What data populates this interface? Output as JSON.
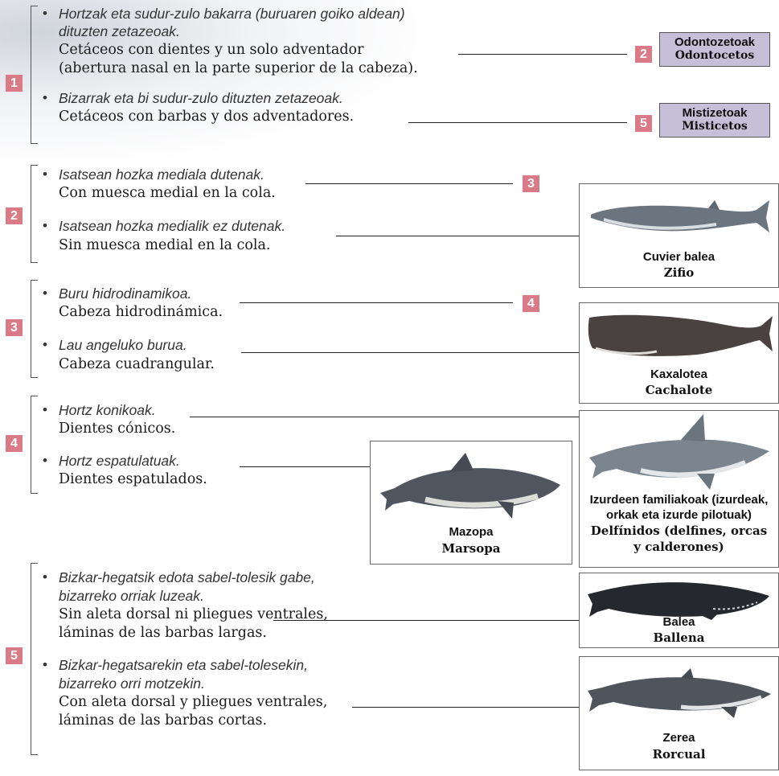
{
  "couplets": [
    {
      "number": "1",
      "options": [
        {
          "eu": [
            "Hortzak eta sudur-zulo bakarra (buruaren goiko aldean)",
            "dituzten zetazeoak."
          ],
          "es": [
            "Cetáceos con dientes y un solo adventador",
            "(abertura nasal en la parte superior de la cabeza)."
          ],
          "target": "2"
        },
        {
          "eu": [
            "Bizarrak eta bi sudur-zulo dituzten zetazeoak."
          ],
          "es": [
            "Cetáceos con barbas y dos adventadores."
          ],
          "target": "5"
        }
      ]
    },
    {
      "number": "2",
      "options": [
        {
          "eu": [
            "Isatsean hozka mediala dutenak."
          ],
          "es": [
            "Con muesca medial en la cola."
          ],
          "target": "3"
        },
        {
          "eu": [
            "Isatsean hozka medialik ez dutenak."
          ],
          "es": [
            "Sin muesca medial en la cola."
          ],
          "target": ""
        }
      ]
    },
    {
      "number": "3",
      "options": [
        {
          "eu": [
            "Buru hidrodinamikoa."
          ],
          "es": [
            "Cabeza hidrodinámica."
          ],
          "target": "4"
        },
        {
          "eu": [
            "Lau angeluko burua."
          ],
          "es": [
            "Cabeza cuadrangular."
          ],
          "target": ""
        }
      ]
    },
    {
      "number": "4",
      "options": [
        {
          "eu": [
            "Hortz konikoak."
          ],
          "es": [
            "Dientes cónicos."
          ],
          "target": ""
        },
        {
          "eu": [
            "Hortz espatulatuak."
          ],
          "es": [
            "Dientes espatulados."
          ],
          "target": ""
        }
      ]
    },
    {
      "number": "5",
      "options": [
        {
          "eu": [
            "Bizkar-hegatsik edota sabel-tolesik gabe,",
            "bizarreko orriak luzeak."
          ],
          "es": [
            "Sin aleta dorsal ni pliegues ventrales,",
            "láminas de las barbas largas."
          ],
          "target": ""
        },
        {
          "eu": [
            "Bizkar-hegatsarekin eta sabel-tolesekin,",
            "bizarreko orri motzekin."
          ],
          "es": [
            "Con aleta dorsal y pliegues ventrales,",
            "láminas de las barbas cortas."
          ],
          "target": ""
        }
      ]
    }
  ],
  "taxa": {
    "odontocetes": {
      "number": "2",
      "eu": "Odontozetoak",
      "es": "Odontocetos"
    },
    "mysticetes": {
      "number": "5",
      "eu": "Mistizetoak",
      "es": "Misticetos"
    }
  },
  "species": {
    "cuvier": {
      "eu": "Cuvier balea",
      "es": "Zifio",
      "color": "#6b7580"
    },
    "cachalote": {
      "eu": "Kaxalotea",
      "es": "Cachalote",
      "color": "#4a4240"
    },
    "mazopa": {
      "eu": "Mazopa",
      "es": "Marsopa",
      "color": "#505560"
    },
    "delfinidos": {
      "eu": [
        "Izurdeen familiakoak (izurdeak,",
        "orkak eta izurde pilotuak)"
      ],
      "es": [
        "Delfínidos (delfines, orcas",
        "y calderones)"
      ],
      "color": "#7b8590"
    },
    "balea": {
      "eu": "Balea",
      "es": "Ballena",
      "color": "#25282d"
    },
    "zerea": {
      "eu": "Zerea",
      "es": "Rorcual",
      "color": "#50555d"
    }
  }
}
